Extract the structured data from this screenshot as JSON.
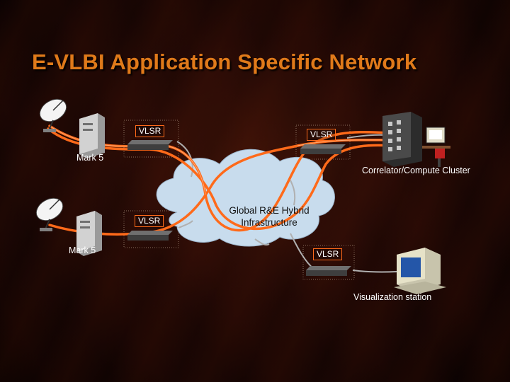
{
  "slide": {
    "title": "E-VLBI Application Specific Network",
    "cloud_label_line1": "Global R&E Hybrid",
    "cloud_label_line2": "Infrastructure",
    "vlsr_labels": [
      "VLSR",
      "VLSR",
      "VLSR",
      "VLSR"
    ],
    "mark5_top": "Mark 5",
    "mark5_bottom": "Mark 5",
    "correlator_label": "Correlator/Compute Cluster",
    "visualization_label": "Visualization station"
  },
  "colors": {
    "title": "#e07a1a",
    "path_orange": "#ff6a1a",
    "cloud": "#c8dced",
    "background": "#2a0a05"
  },
  "icons": [
    "satellite-dish-icon",
    "server-icon",
    "switch-icon",
    "compute-cluster-icon",
    "workstation-icon"
  ]
}
